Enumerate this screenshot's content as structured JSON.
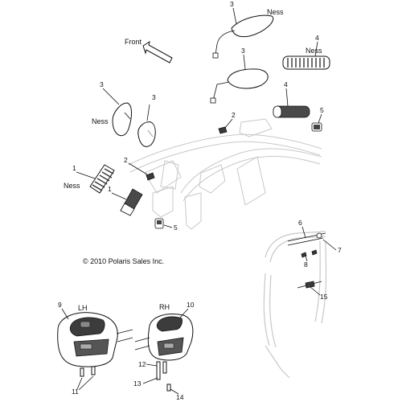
{
  "copyright": "© 2010 Polaris Sales Inc.",
  "direction_label": "Front",
  "side_labels": {
    "left": "LH",
    "right": "RH"
  },
  "variant_labels": {
    "mirror_right": "Ness",
    "mirror_left": "Ness",
    "grip_right": "Ness",
    "grip_left": "Ness"
  },
  "callouts": {
    "c1a": "1",
    "c1b": "1",
    "c2a": "2",
    "c2b": "2",
    "c3a": "3",
    "c3b": "3",
    "c3c": "3",
    "c3d": "3",
    "c4a": "4",
    "c4b": "4",
    "c5a": "5",
    "c5b": "5",
    "c6": "6",
    "c7": "7",
    "c8": "8",
    "c9": "9",
    "c10": "10",
    "c11": "11",
    "c12": "12",
    "c13": "13",
    "c14": "14",
    "c15": "15"
  }
}
